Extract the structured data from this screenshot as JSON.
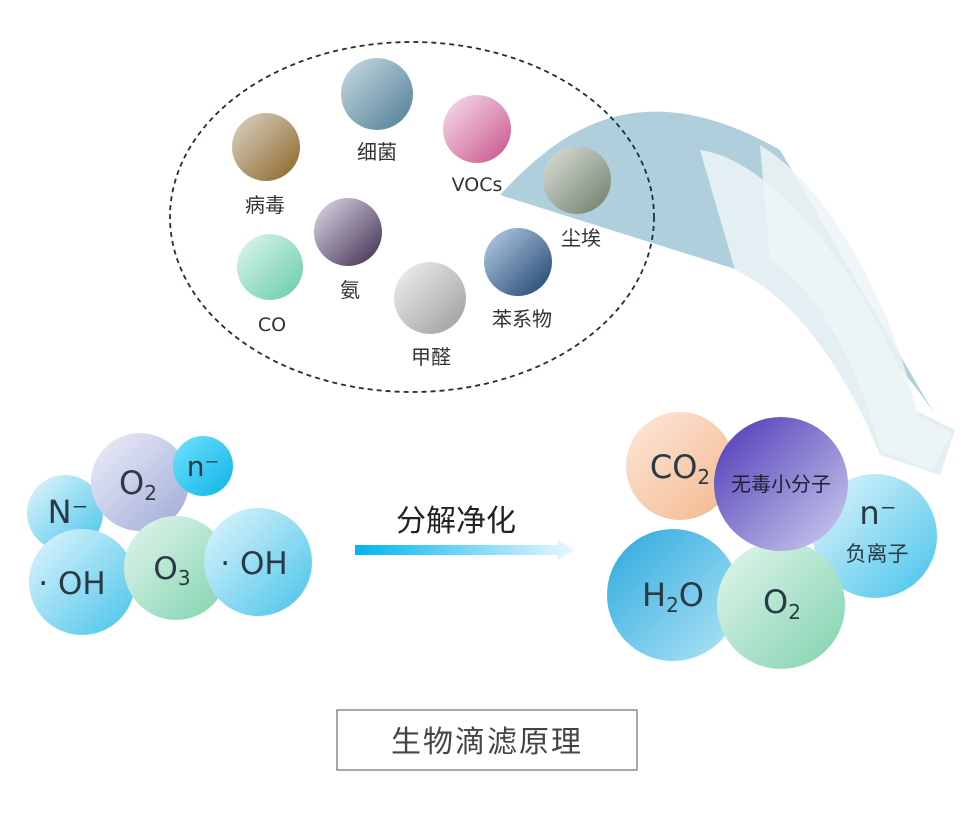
{
  "pollutants": {
    "bacteria": "细菌",
    "virus": "病毒",
    "vocs": "VOCs",
    "dust": "尘埃",
    "ammonia": "氨",
    "co": "CO",
    "formaldehyde": "甲醛",
    "benzene": "苯系物"
  },
  "reactants": {
    "n_minus_small": "n⁻",
    "o2_base": "O",
    "o2_sub": "2",
    "n_minus_big": "N⁻",
    "oh_left": "· OH",
    "o3_base": "O",
    "o3_sub": "3",
    "oh_right": "· OH"
  },
  "process": {
    "label": "分解净化"
  },
  "products": {
    "co2_base": "CO",
    "co2_sub": "2",
    "nontoxic": "无毒小分子",
    "anion_symbol": "n⁻",
    "anion_label": "负离子",
    "h2o_base": "H",
    "h2o_sub": "2",
    "h2o_tail": "O",
    "o2_base": "O",
    "o2_sub": "2"
  },
  "caption": "生物滴滤原理"
}
